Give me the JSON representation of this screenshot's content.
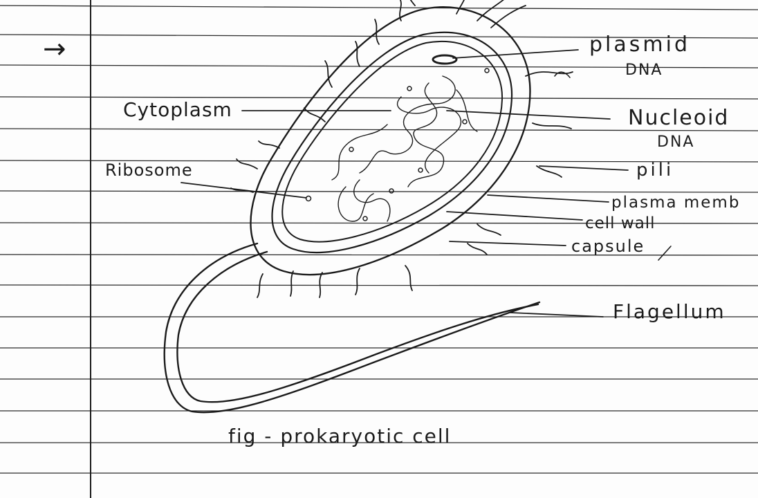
{
  "arrow_glyph": "→",
  "caption": "fig - prokaryotic cell",
  "labels": {
    "plasmid": [
      "plasmid",
      "DNA"
    ],
    "nucleoid": [
      "Nucleoid",
      "DNA"
    ],
    "pili": "pili",
    "plasma_membrane": "plasma memb",
    "cell_wall": "cell wall",
    "capsule": "capsule",
    "flagellum": "Flagellum",
    "cytoplasm": "Cytoplasm",
    "ribosome": "Ribosome"
  },
  "colors": {
    "ink": "#1b1b1b",
    "paper": "#fdfdfd",
    "rule": "#2a2a2a"
  }
}
